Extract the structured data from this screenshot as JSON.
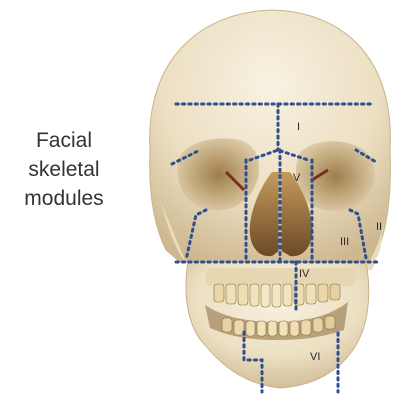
{
  "title": {
    "line1": "Facial",
    "line2": "skeletal",
    "line3": "modules"
  },
  "modules": [
    {
      "label": "I"
    },
    {
      "label": "II"
    },
    {
      "label": "III"
    },
    {
      "label": "IV"
    },
    {
      "label": "V"
    },
    {
      "label": "VI"
    }
  ],
  "colors": {
    "bone": "#efe6cf",
    "shadow": "#b9a27a",
    "dark": "#5a4326",
    "dash": "#2f4f8f"
  }
}
